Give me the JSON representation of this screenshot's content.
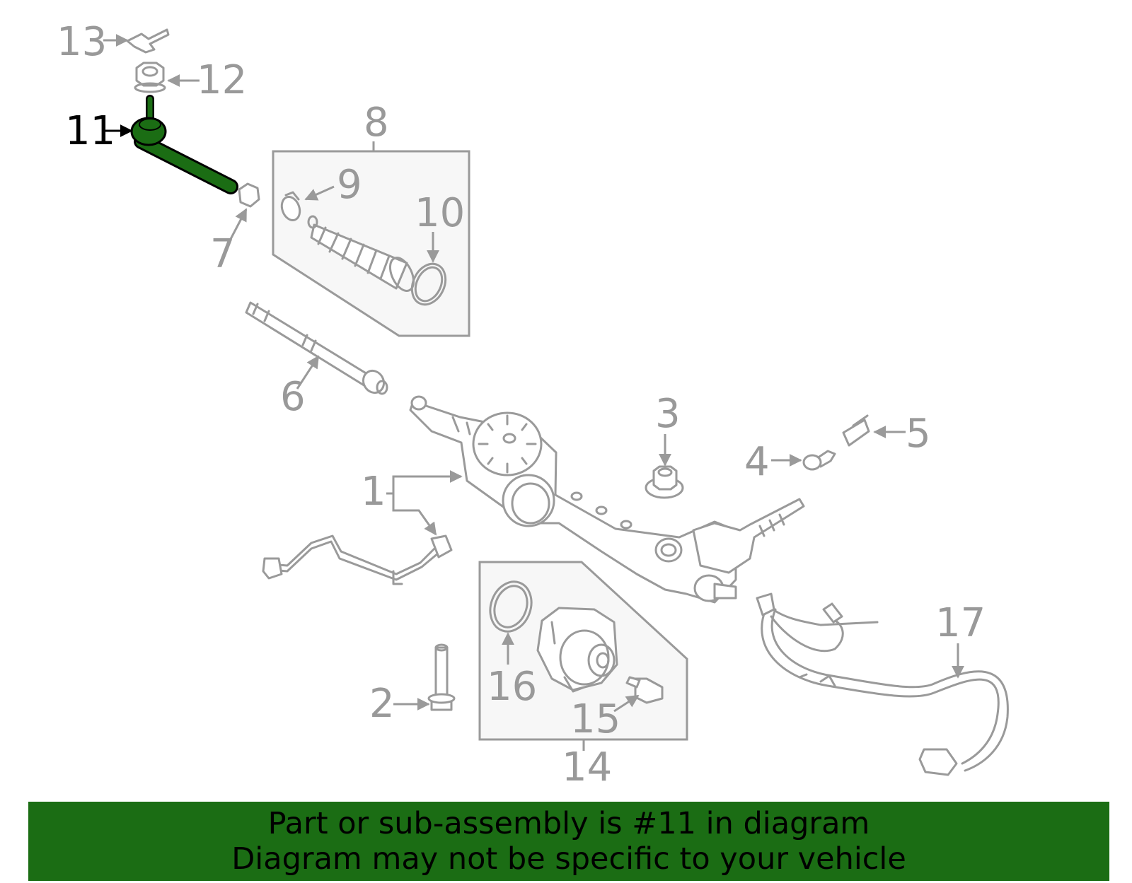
{
  "diagram": {
    "highlighted_part": "11",
    "highlight_color": "#1b6d14",
    "callouts": [
      "1",
      "2",
      "3",
      "4",
      "5",
      "6",
      "7",
      "8",
      "9",
      "10",
      "11",
      "12",
      "13",
      "14",
      "15",
      "16",
      "17"
    ]
  },
  "banner": {
    "line1": "Part or sub-assembly is #11 in diagram",
    "line2": "Diagram may not be specific to your vehicle",
    "background": "#1b6d14"
  }
}
